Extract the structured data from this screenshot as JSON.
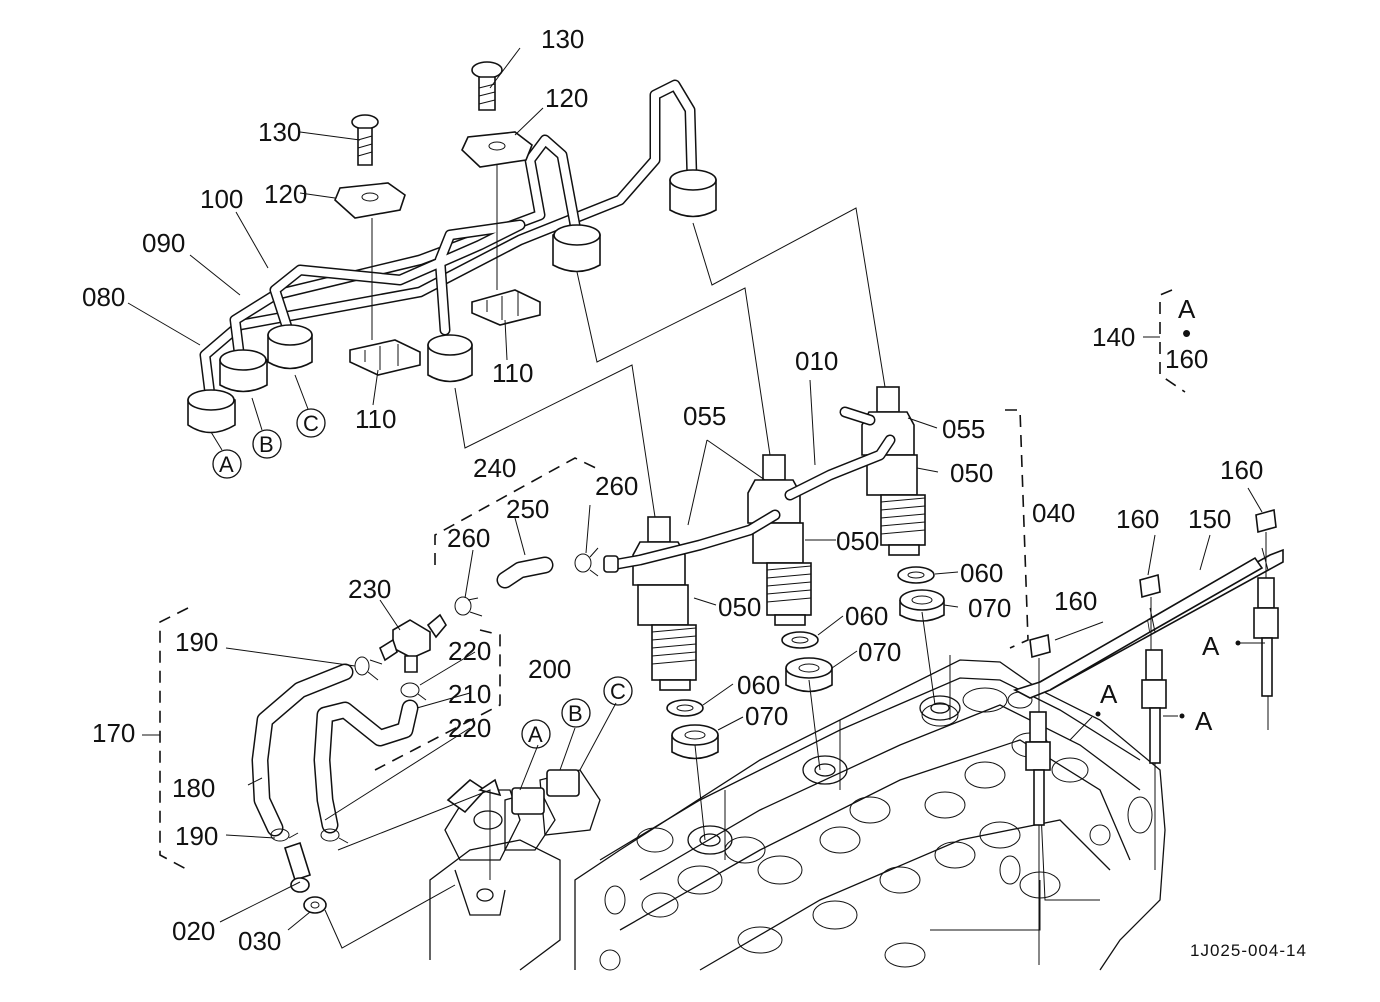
{
  "labels": {
    "p010": "010",
    "p020": "020",
    "p030": "030",
    "p040": "040",
    "p050_a": "050",
    "p050_b": "050",
    "p050_c": "050",
    "p055_a": "055",
    "p055_b": "055",
    "p060_a": "060",
    "p060_b": "060",
    "p060_c": "060",
    "p070_a": "070",
    "p070_b": "070",
    "p070_c": "070",
    "p080": "080",
    "p090": "090",
    "p100": "100",
    "p110_a": "110",
    "p110_b": "110",
    "p120_a": "120",
    "p120_b": "120",
    "p130_a": "130",
    "p130_b": "130",
    "p140": "140",
    "p150": "150",
    "p160_a": "160",
    "p160_b": "160",
    "p160_c": "160",
    "p160_d": "160",
    "p170": "170",
    "p180": "180",
    "p190_a": "190",
    "p190_b": "190",
    "p200": "200",
    "p210": "210",
    "p220_a": "220",
    "p220_b": "220",
    "p230": "230",
    "p240": "240",
    "p250": "250",
    "p260_a": "260",
    "p260_b": "260"
  },
  "set_140": {
    "top": "A",
    "dot": "•",
    "bottom": "160"
  },
  "refs": {
    "A": "A",
    "B": "B",
    "C": "C"
  },
  "glow_ref": "A",
  "drawing_code": "1J025-004-14"
}
